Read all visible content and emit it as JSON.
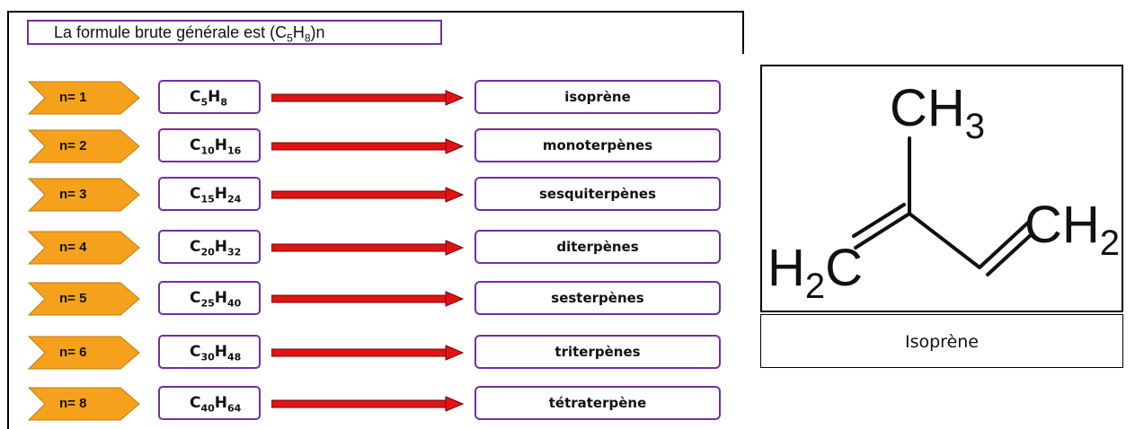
{
  "header": {
    "text_prefix": "La formule brute générale est (C",
    "sub1": "5",
    "text_mid": "H",
    "sub2": "8",
    "text_suffix": ")n"
  },
  "rows": [
    {
      "n": "n= 1",
      "c": "5",
      "h": "8",
      "name": "isoprène"
    },
    {
      "n": "n= 2",
      "c": "10",
      "h": "16",
      "name": "monoterpènes"
    },
    {
      "n": "n= 3",
      "c": "15",
      "h": "24",
      "name": "sesquiterpènes"
    },
    {
      "n": "n= 4",
      "c": "20",
      "h": "32",
      "name": "diterpènes"
    },
    {
      "n": "n= 5",
      "c": "25",
      "h": "40",
      "name": "sesterpènes"
    },
    {
      "n": "n= 6",
      "c": "30",
      "h": "48",
      "name": "triterpènes"
    },
    {
      "n": "n= 8",
      "c": "40",
      "h": "64",
      "name": "tétraterpène"
    }
  ],
  "structure": {
    "ch3": "CH",
    "ch3_sub": "3",
    "ch2_right": "CH",
    "ch2_right_sub": "2",
    "h2c_h": "H",
    "h2c_sub": "2",
    "h2c_c": "C"
  },
  "caption": "Isoprène",
  "colors": {
    "chevron_fill": "#f5a11b",
    "box_border": "#7030a0",
    "arrow_fill": "#e01414"
  }
}
